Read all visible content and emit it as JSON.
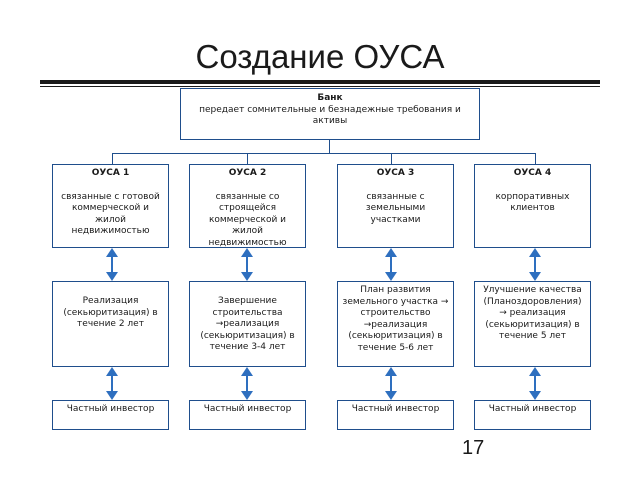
{
  "slide": {
    "title": "Создание ОУСА",
    "page_number": "17"
  },
  "bank": {
    "title": "Банк",
    "text": "передает сомнительные и безнадежные требования и активы"
  },
  "columns": [
    {
      "name": "ОУСА 1",
      "description": "связанные с готовой коммерческой и жилой недвижимостью",
      "process": "Реализация (секьюритизация) в течение 2 лет",
      "investor": "Частный инвестор"
    },
    {
      "name": "ОУСА 2",
      "description": "связанные со строящейся коммерческой и жилой недвижимостью",
      "process": "Завершение строительства →реализация (секьюритизация) в течение 3-4 лет",
      "investor": "Частный инвестор"
    },
    {
      "name": "ОУСА 3",
      "description": "связанные с земельными участками",
      "process": "План развития земельного участка → строительство →реализация (секьюритизация) в течение 5-6 лет",
      "investor": "Частный инвестор"
    },
    {
      "name": "ОУСА 4",
      "description": "корпоративных клиентов",
      "process": "Улучшение качества (Планоздоровления) → реализация (секьюритизация) в течение 5 лет",
      "investor": "Частный инвестор"
    }
  ],
  "colors": {
    "border": "#1f4e8c",
    "arrow": "#2e6fbf",
    "text": "#1a1a1a"
  }
}
